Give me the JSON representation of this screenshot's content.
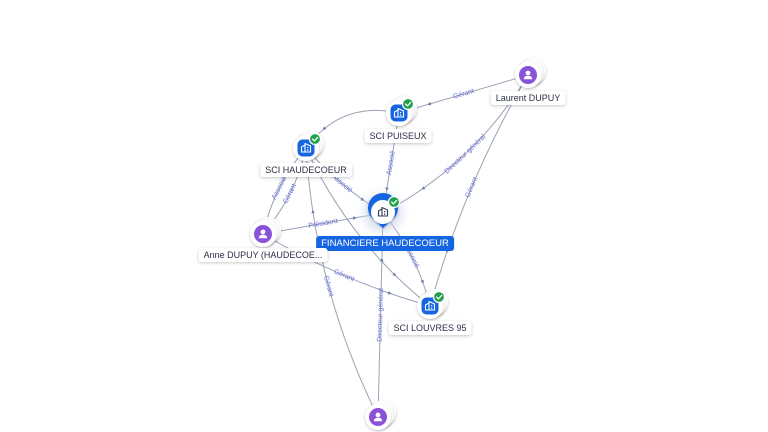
{
  "colors": {
    "company": "#1565e0",
    "person": "#8a52d8",
    "verified": "#22a04b",
    "edge": "#9aa3b6",
    "edge_label": "#6a6fd0"
  },
  "icons": {
    "company": "building-icon",
    "person": "person-icon",
    "verified": "check-badge-icon",
    "central": "map-pin-icon"
  },
  "nodes": [
    {
      "id": "financiere",
      "label": "FINANCIERE HAUDECOEUR",
      "kind": "company",
      "central": true,
      "verified": true
    },
    {
      "id": "puiseux",
      "label": "SCI PUISEUX",
      "kind": "company",
      "verified": true
    },
    {
      "id": "haudecoeur",
      "label": "SCI HAUDECOEUR",
      "kind": "company",
      "verified": true
    },
    {
      "id": "louvres",
      "label": "SCI LOUVRES 95",
      "kind": "company",
      "verified": true
    },
    {
      "id": "laurent",
      "label": "Laurent DUPUY",
      "kind": "person"
    },
    {
      "id": "anne",
      "label": "Anne DUPUY (HAUDECOE...",
      "kind": "person"
    },
    {
      "id": "bottom",
      "label": "",
      "kind": "person"
    }
  ],
  "edges": [
    {
      "from": "laurent",
      "to": "puiseux",
      "label": "Gérant"
    },
    {
      "from": "laurent",
      "to": "financiere",
      "label": "Directeur général"
    },
    {
      "from": "laurent",
      "to": "louvres",
      "label": "Gérant"
    },
    {
      "from": "puiseux",
      "to": "financiere",
      "label": "Associé"
    },
    {
      "from": "puiseux",
      "to": "haudecoeur",
      "label": ""
    },
    {
      "from": "haudecoeur",
      "to": "financiere",
      "label": "Associé"
    },
    {
      "from": "anne",
      "to": "haudecoeur",
      "label": "Gérant"
    },
    {
      "from": "anne",
      "to": "haudecoeur",
      "label": "Associé"
    },
    {
      "from": "anne",
      "to": "financiere",
      "label": "Président"
    },
    {
      "from": "anne",
      "to": "louvres",
      "label": "Gérant"
    },
    {
      "from": "haudecoeur",
      "to": "louvres",
      "label": ""
    },
    {
      "from": "financiere",
      "to": "louvres",
      "label": "Associé"
    },
    {
      "from": "bottom",
      "to": "financiere",
      "label": "Directeur général"
    },
    {
      "from": "bottom",
      "to": "haudecoeur",
      "label": "Gérant"
    }
  ]
}
